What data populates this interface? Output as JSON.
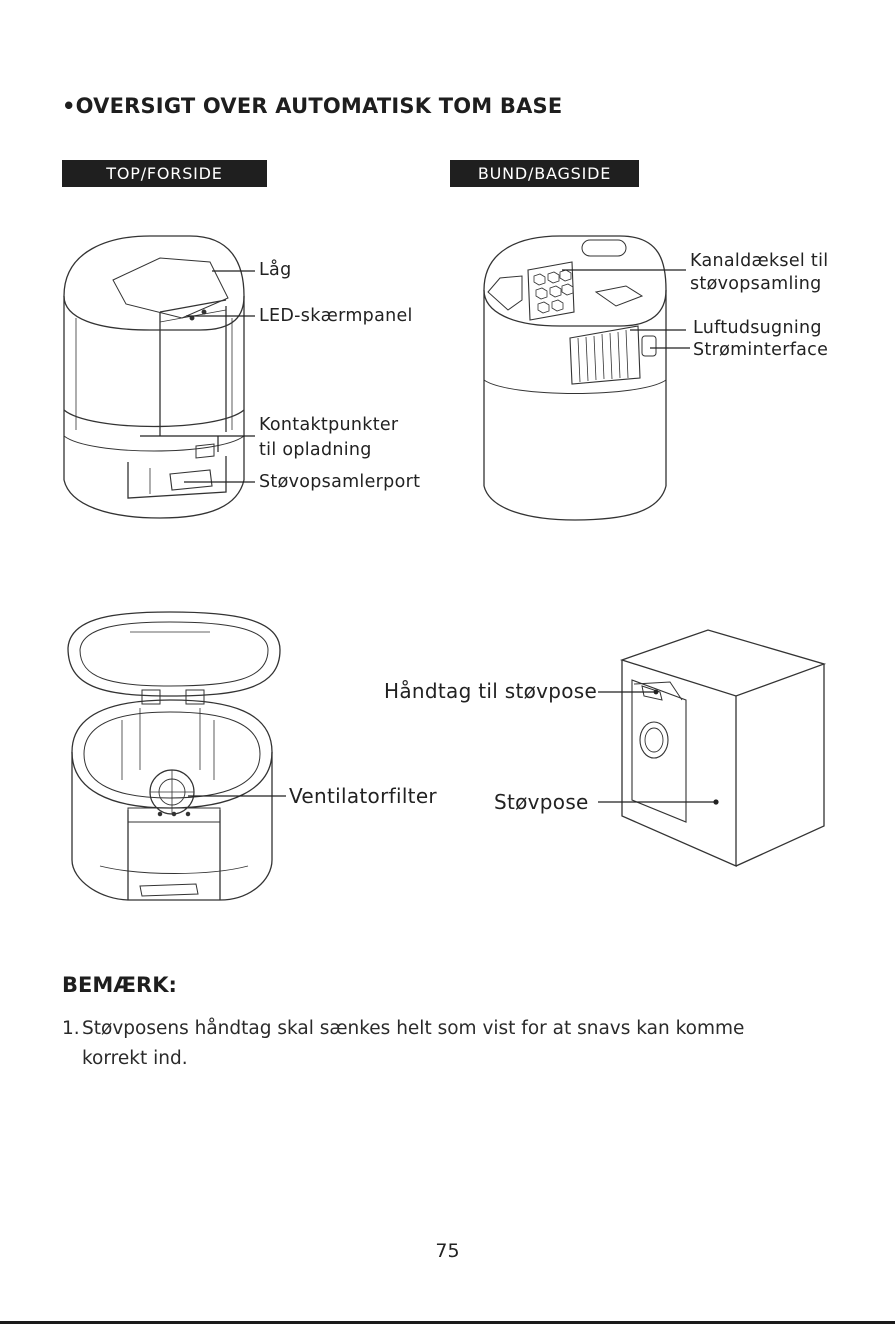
{
  "heading": "•OVERSIGT OVER AUTOMATISK TOM BASE",
  "tags": {
    "top_front": "TOP/FORSIDE",
    "bottom_back": "BUND/BAGSIDE"
  },
  "front_labels": {
    "lid": "Låg",
    "led_panel": "LED-skærmpanel",
    "contacts_line1": "Kontaktpunkter",
    "contacts_line2": "til opladning",
    "dust_port": "Støvopsamlerport"
  },
  "back_labels": {
    "duct_line1": "Kanaldæksel til",
    "duct_line2": "støvopsamling",
    "air_outlet": "Luftudsugning",
    "power": "Strøminterface"
  },
  "open_labels": {
    "fan_filter": "Ventilatorfilter"
  },
  "bag_labels": {
    "handle": "Håndtag til støvpose",
    "bag": "Støvpose"
  },
  "note": {
    "heading": "BEMÆRK:",
    "number": "1.",
    "line1": "Støvposens håndtag skal sænkes helt som vist for at snavs kan komme",
    "line2": "korrekt ind."
  },
  "page_number": "75"
}
